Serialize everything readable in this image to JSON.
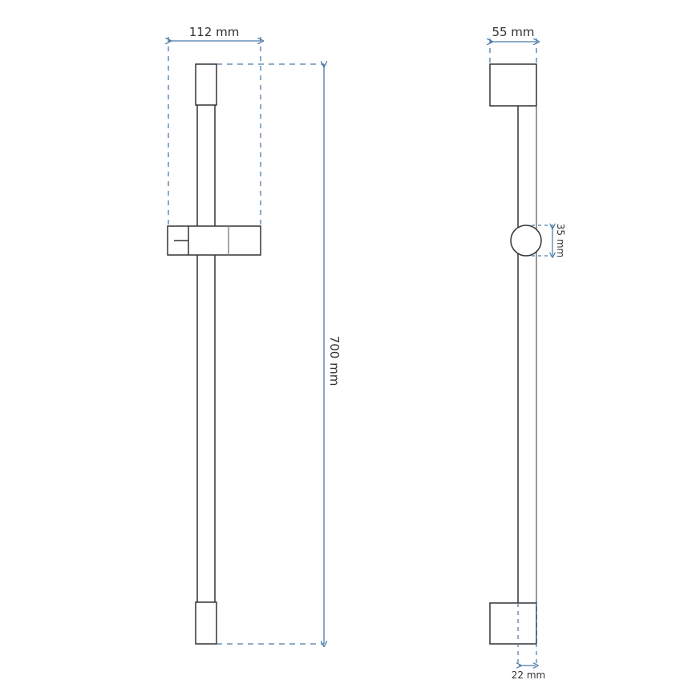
{
  "drawing": {
    "title": "Shower slide rail technical drawing",
    "colors": {
      "outline": "#333333",
      "dimension": "#4a7ba6",
      "text": "#333333"
    },
    "front_view": {
      "width_label": "112 mm",
      "height_label": "700 mm"
    },
    "side_view": {
      "depth_label": "55 mm",
      "holder_diameter_label": "35 mm",
      "rail_diameter_label": "22 mm"
    }
  }
}
